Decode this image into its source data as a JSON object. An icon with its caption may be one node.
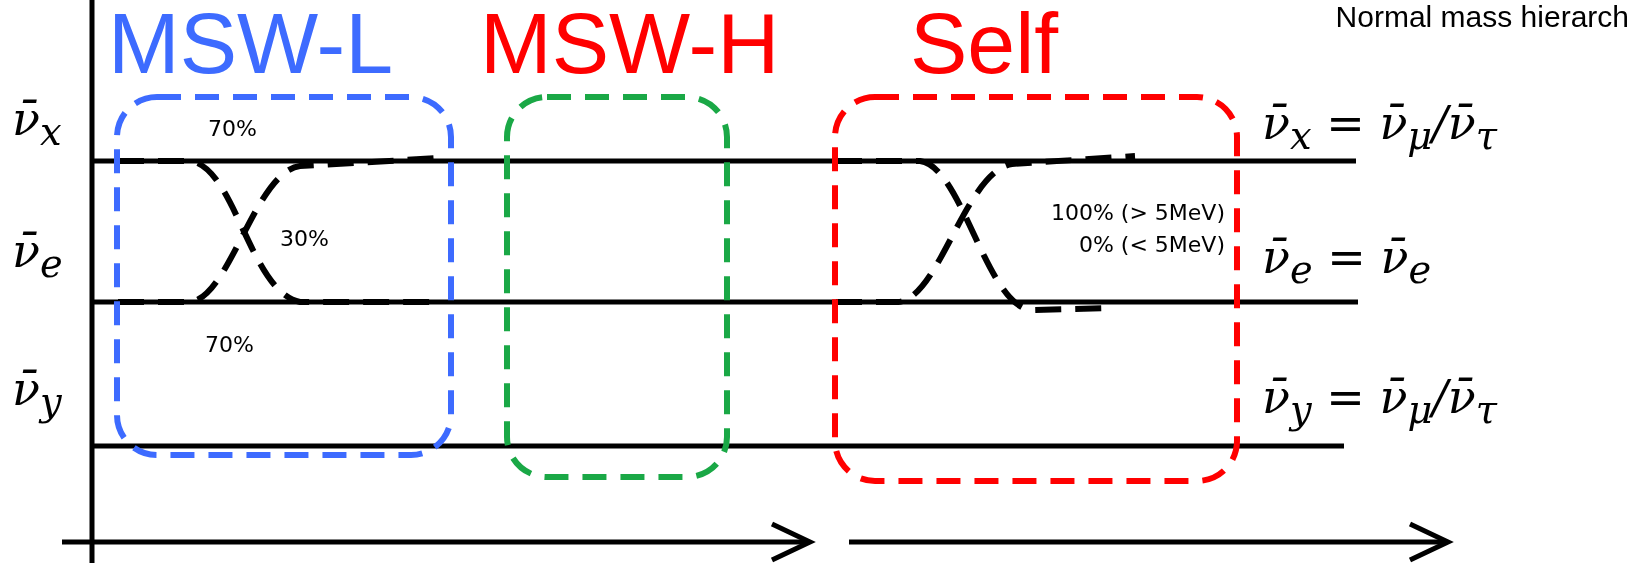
{
  "diagram": {
    "title": "Normal mass hierarch",
    "nodes": [
      {
        "text": [
          "MSW-L"
        ]
      },
      {
        "text": [
          "MSW-H"
        ]
      },
      {
        "text": [
          "Self"
        ]
      }
    ],
    "labels": [
      "ν̄$_{x}$",
      "70%",
      "ν̄$_{x}$ = ν̄$_{μ}$/ν̄$_{τ}$",
      "30%",
      "100% (> 5MeV)",
      "0% (< 5MeV)",
      "ν̄$_{e}$",
      "ν̄$_{e}$ = ν̄$_{e}$",
      "70%",
      "ν̄$_{y}$",
      "ν̄$_{y}$ = ν̄$_{μ}$/ν̄$_{τ}$"
    ]
  }
}
